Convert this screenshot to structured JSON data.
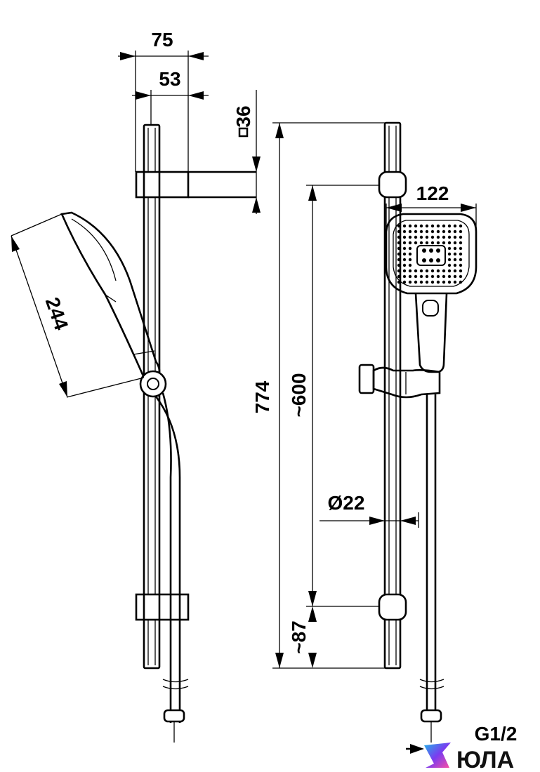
{
  "dimensions": {
    "slider_width": "75",
    "bar_to_front": "53",
    "bracket_square": "36",
    "handshower_length": "244",
    "total_height": "774",
    "slider_spacing": "~600",
    "handshower_width": "122",
    "bar_diameter": "Ø22",
    "bottom_offset": "~87",
    "connection": "G1/2"
  },
  "logo": {
    "text": "ЮЛА",
    "colors": [
      "#1fb6e8",
      "#7a3cf0",
      "#ff4fa0"
    ]
  }
}
